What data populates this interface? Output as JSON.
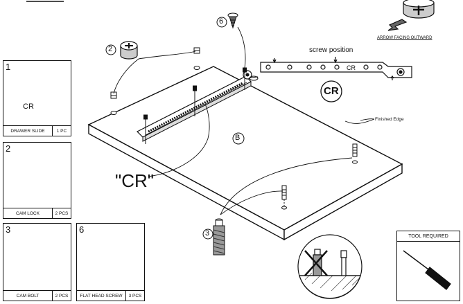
{
  "parts": [
    {
      "num": "1",
      "name": "DRAWER SLIDE",
      "qty": "1 PC",
      "inner_label": "CR"
    },
    {
      "num": "2",
      "name": "CAM LOCK",
      "qty": "2 PCS"
    },
    {
      "num": "3",
      "name": "CAM BOLT",
      "qty": "2 PCS"
    },
    {
      "num": "6",
      "name": "FLAT HEAD SCREW",
      "qty": "3 PCS"
    }
  ],
  "callouts": {
    "cam_lock": "2",
    "cam_bolt": "3",
    "screw": "6",
    "panel": "B"
  },
  "labels": {
    "cr_quote": "\"CR\"",
    "screw_position": "screw position",
    "cr_badge": "CR",
    "finished_edge": "Finished Edge",
    "arrow_facing": "ARROW FACING OUTWARD",
    "slide_marking": "CR"
  },
  "tool": {
    "header": "TOOL REQUIRED"
  }
}
